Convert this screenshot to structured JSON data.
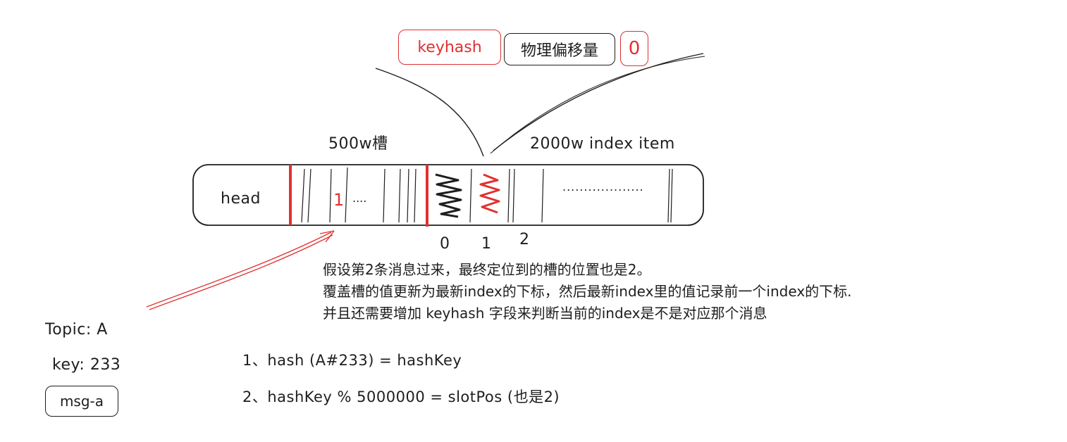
{
  "entry_fields": {
    "keyhash": "keyhash",
    "physical_offset": "物理偏移量",
    "prev_index": "0"
  },
  "labels": {
    "slots": "500w槽",
    "index_items": "2000w index item",
    "head": "head",
    "slot_value": "1",
    "slot_ellipsis": "....",
    "index_ellipsis": "..................."
  },
  "index_numbers": [
    "0",
    "1",
    "2"
  ],
  "description": [
    "假设第2条消息过来，最终定位到的槽的位置也是2。",
    "覆盖槽的值更新为最新index的下标，然后最新index里的值记录前一个index的下标.",
    "并且还需要增加 keyhash 字段来判断当前的index是不是对应那个消息"
  ],
  "message": {
    "topic": "Topic: A",
    "key": "key: 233",
    "name": "msg-a"
  },
  "steps": [
    "1、hash (A#233) = hashKey",
    "2、hashKey % 5000000 = slotPos (也是2)"
  ],
  "colors": {
    "stroke": "#1e1e1e",
    "accent": "#e03131"
  }
}
